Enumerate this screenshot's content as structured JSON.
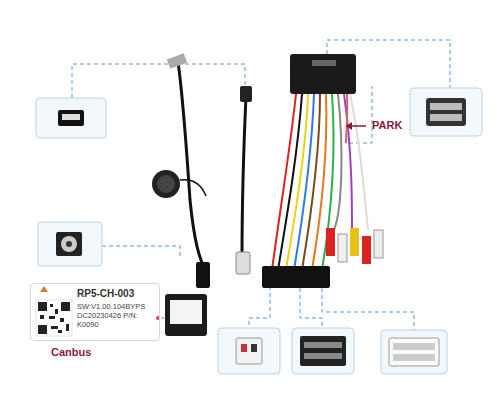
{
  "diagram": {
    "nodes": [
      {
        "text": [
          "RP5-CH-003",
          "SW:V1.00.104BYPS DC20230426 P/N: K0090",
          "Canbus"
        ]
      }
    ],
    "labels": [
      "PARK"
    ]
  }
}
